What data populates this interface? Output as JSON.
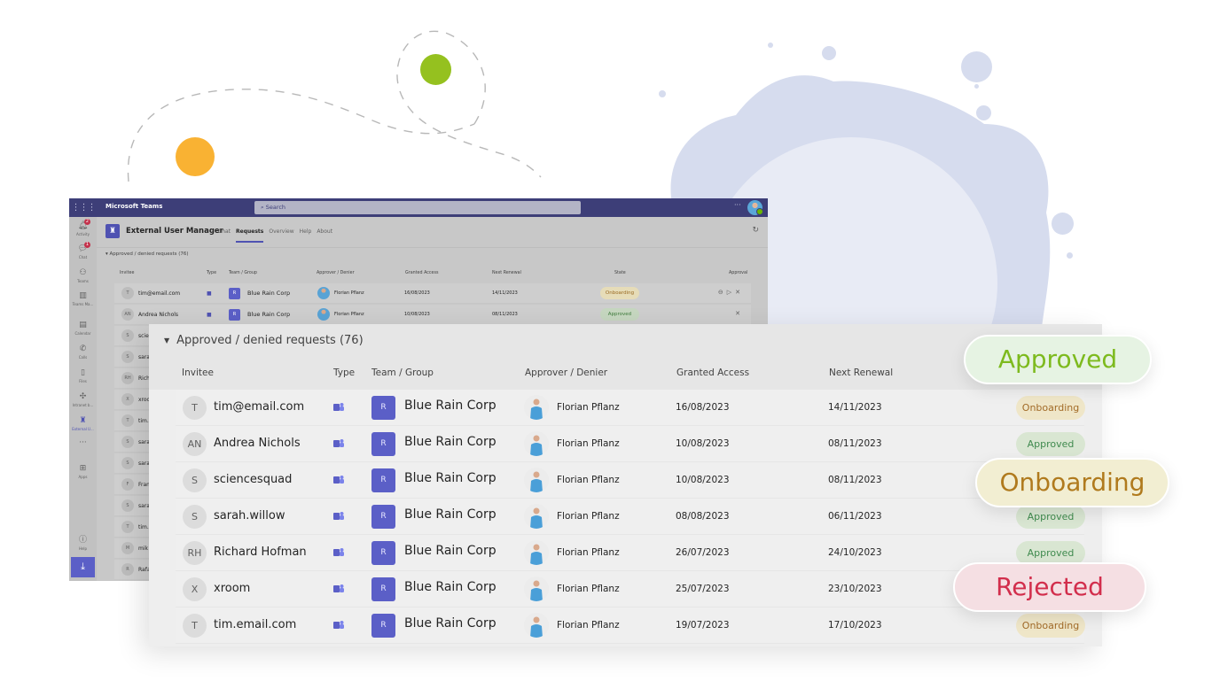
{
  "colors": {
    "teams_purple": "#3d3e78",
    "brand_accent": "#5b5fc7",
    "approved_green": "#7dba1e",
    "onboarding_gold": "#b07a1d",
    "rejected_red": "#d22e4c",
    "decor_orange": "#f9b233",
    "decor_green": "#95c11f",
    "decor_blob": "#d6dcee"
  },
  "teams": {
    "app_name": "Microsoft Teams",
    "search_placeholder": "Search",
    "more_label": "···",
    "rail": [
      {
        "icon": "bell-icon",
        "label": "Activity",
        "badge": "2"
      },
      {
        "icon": "chat-icon",
        "label": "Chat",
        "badge": "1"
      },
      {
        "icon": "teams-icon",
        "label": "Teams"
      },
      {
        "icon": "teams-manager-icon",
        "label": "Teams Ma..."
      },
      {
        "icon": "calendar-icon",
        "label": "Calendar"
      },
      {
        "icon": "calls-icon",
        "label": "Calls"
      },
      {
        "icon": "files-icon",
        "label": "Files"
      },
      {
        "icon": "intranet-icon",
        "label": "Intranet b..."
      },
      {
        "icon": "external-user-icon",
        "label": "External U..."
      },
      {
        "icon": "more-icon",
        "label": "···"
      },
      {
        "icon": "apps-icon",
        "label": "Apps"
      },
      {
        "icon": "help-icon",
        "label": "Help"
      }
    ],
    "app": {
      "title": "External User Manager",
      "tabs": [
        "Chat",
        "Requests",
        "Overview",
        "Help",
        "About"
      ],
      "active_tab": "Requests"
    }
  },
  "section": {
    "title": "Approved / denied requests (76)"
  },
  "columns": {
    "invitee": "Invitee",
    "type": "Type",
    "team": "Team / Group",
    "approver": "Approver / Denier",
    "granted": "Granted Access",
    "renewal": "Next Renewal",
    "state": "State",
    "approval": "Approval"
  },
  "rows": [
    {
      "initials": "T",
      "invitee": "tim@email.com",
      "group_initial": "R",
      "group": "Blue Rain Corp",
      "approver": "Florian Pflanz",
      "granted": "16/08/2023",
      "renewal": "14/11/2023",
      "state": "Onboarding"
    },
    {
      "initials": "AN",
      "invitee": "Andrea Nichols",
      "group_initial": "R",
      "group": "Blue Rain Corp",
      "approver": "Florian Pflanz",
      "granted": "10/08/2023",
      "renewal": "08/11/2023",
      "state": "Approved"
    },
    {
      "initials": "S",
      "invitee": "sciencesquad",
      "group_initial": "R",
      "group": "Blue Rain Corp",
      "approver": "Florian Pflanz",
      "granted": "10/08/2023",
      "renewal": "08/11/2023",
      "state": "Approved"
    },
    {
      "initials": "S",
      "invitee": "sarah.willow",
      "group_initial": "R",
      "group": "Blue Rain Corp",
      "approver": "Florian Pflanz",
      "granted": "08/08/2023",
      "renewal": "06/11/2023",
      "state": "Approved"
    },
    {
      "initials": "RH",
      "invitee": "Richard Hofman",
      "group_initial": "R",
      "group": "Blue Rain Corp",
      "approver": "Florian Pflanz",
      "granted": "26/07/2023",
      "renewal": "24/10/2023",
      "state": "Approved"
    },
    {
      "initials": "X",
      "invitee": "xroom",
      "group_initial": "R",
      "group": "Blue Rain Corp",
      "approver": "Florian Pflanz",
      "granted": "25/07/2023",
      "renewal": "23/10/2023",
      "state": "Rejected"
    },
    {
      "initials": "T",
      "invitee": "tim.email.com",
      "group_initial": "R",
      "group": "Blue Rain Corp",
      "approver": "Florian Pflanz",
      "granted": "19/07/2023",
      "renewal": "17/10/2023",
      "state": "Onboarding"
    }
  ],
  "background_rows_extra": [
    {
      "initials": "S",
      "invitee": "sara"
    },
    {
      "initials": "S",
      "invitee": "sara"
    },
    {
      "initials": "F",
      "invitee": "Fran"
    },
    {
      "initials": "S",
      "invitee": "sara"
    },
    {
      "initials": "T",
      "invitee": "tim."
    },
    {
      "initials": "M",
      "invitee": "mik"
    },
    {
      "initials": "R",
      "invitee": "Rafa"
    }
  ],
  "callouts": {
    "approved": "Approved",
    "onboarding": "Onboarding",
    "rejected": "Rejected"
  }
}
